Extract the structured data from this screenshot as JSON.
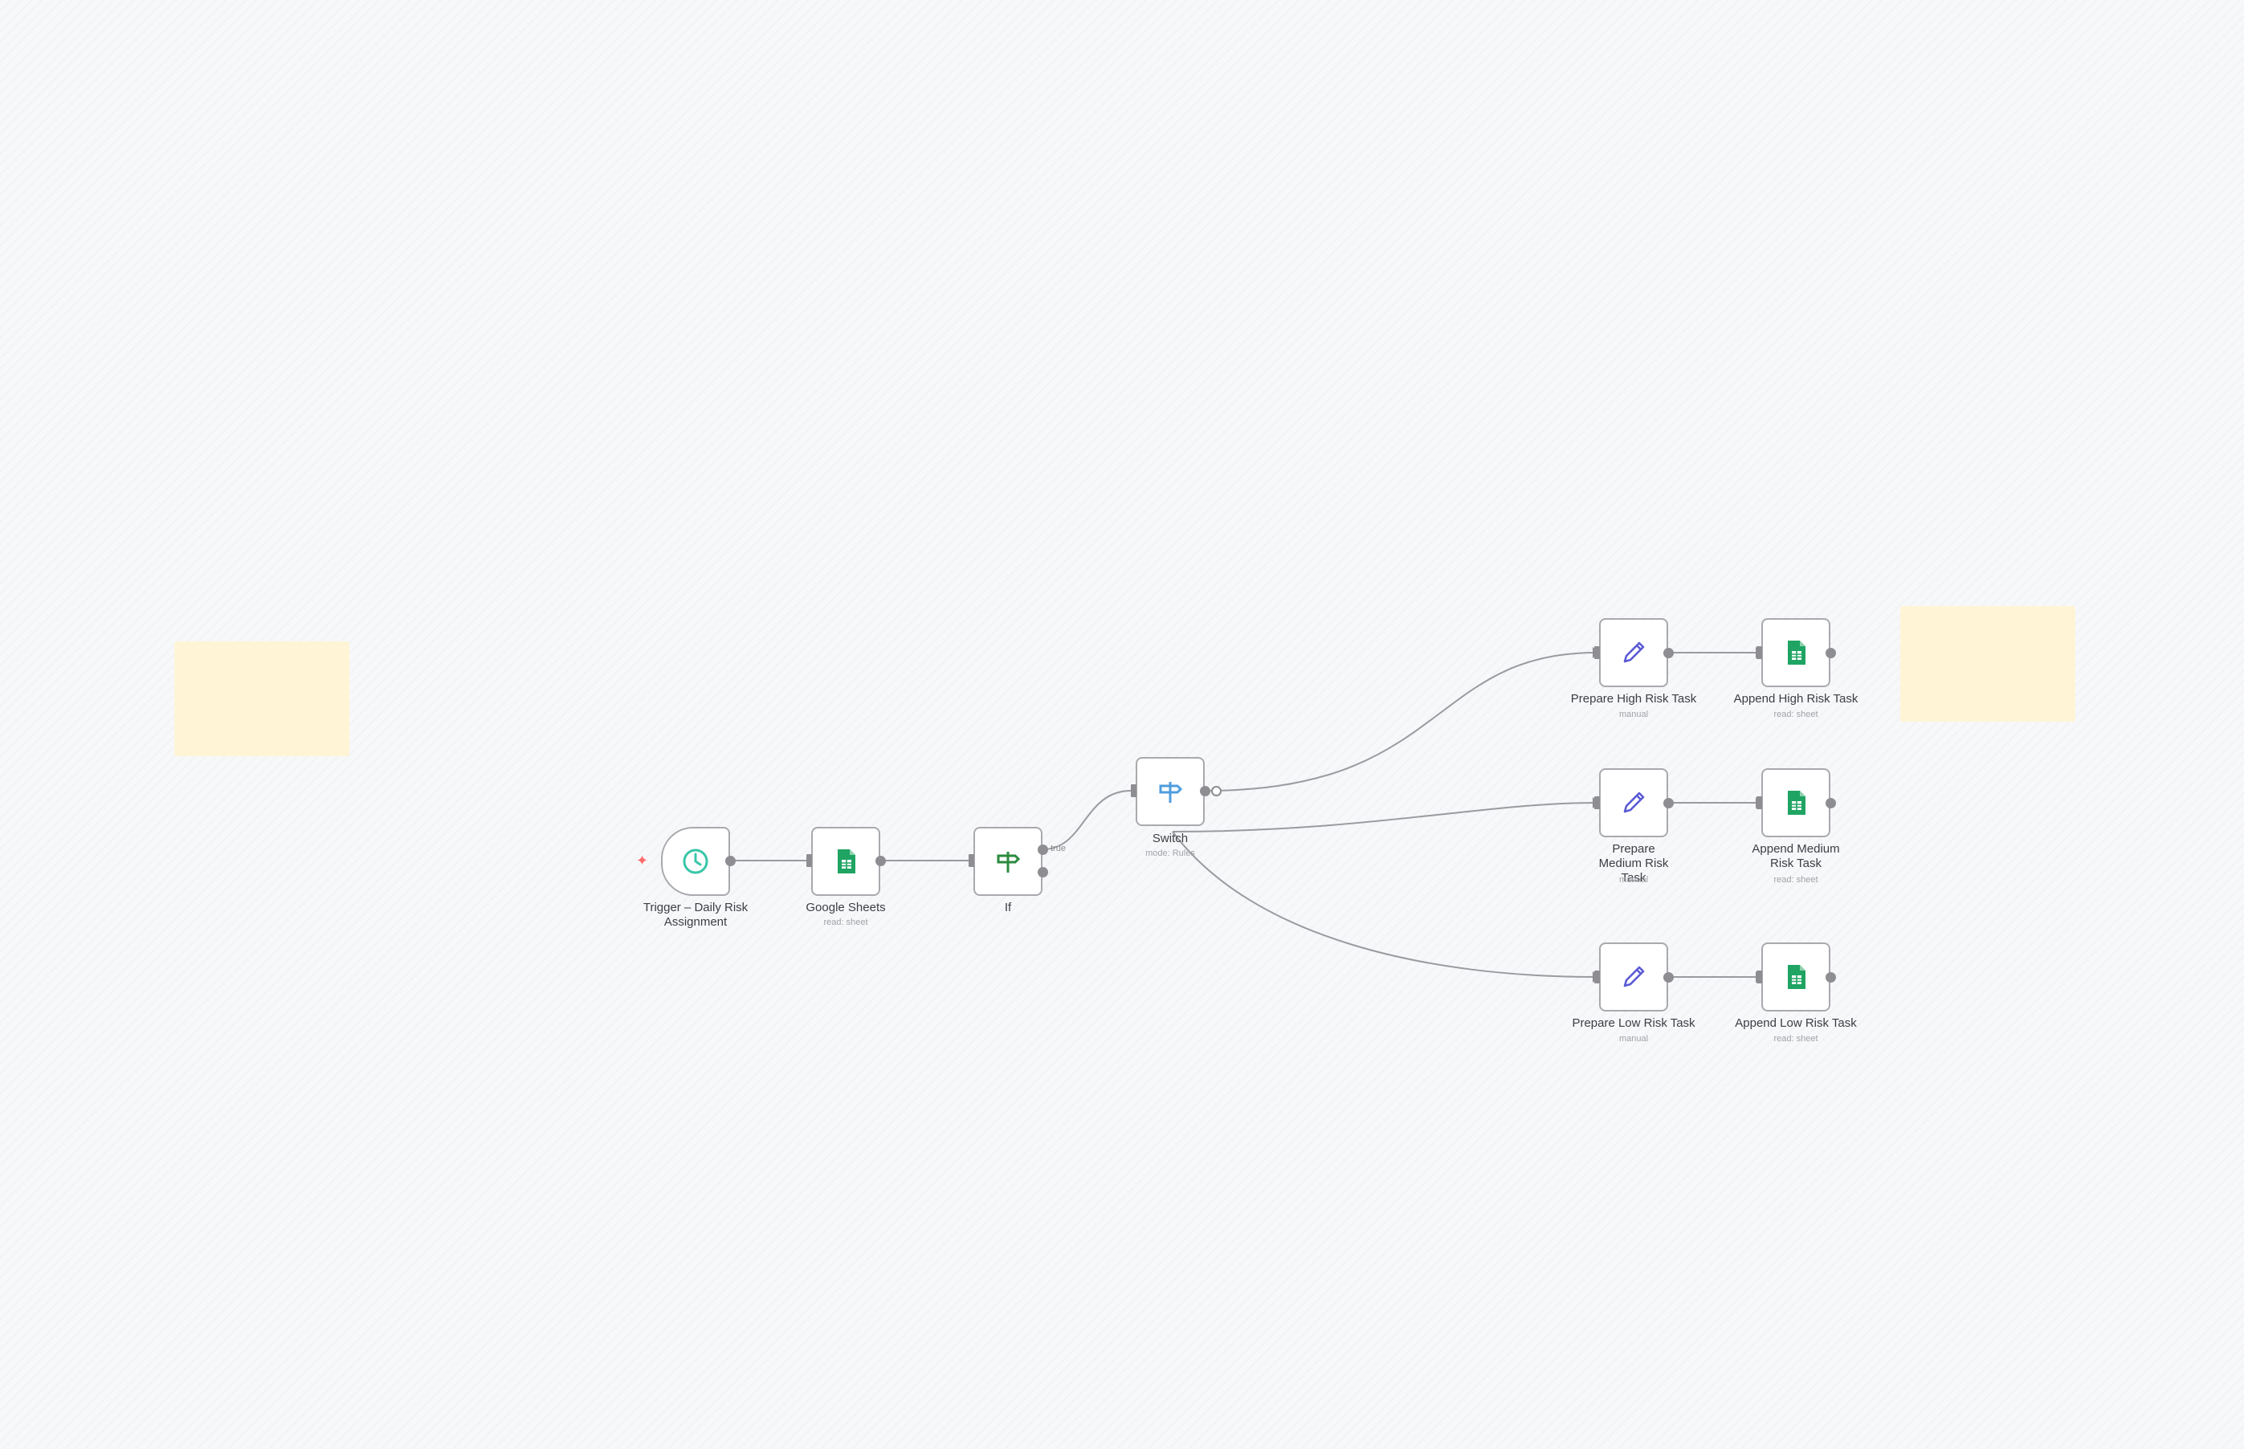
{
  "colors": {
    "wire": "#9a9aa0",
    "sheets_green": "#1fa463",
    "if_green": "#2b8a3e",
    "switch_blue": "#4f9dde",
    "edit_purple": "#5b5bd6",
    "trigger_teal": "#38c6a8",
    "sticky": "#fff5d6"
  },
  "nodes": {
    "trigger": {
      "label": "Trigger – Daily Risk Assignment",
      "icon": "clock-icon"
    },
    "sheets_read": {
      "label": "Google Sheets",
      "sub": "read: sheet",
      "icon": "google-sheets-icon"
    },
    "if": {
      "label": "If",
      "true_label": "true",
      "icon": "signpost-icon"
    },
    "switch": {
      "label": "Switch",
      "sub": "mode: Rules",
      "icon": "signpost-icon"
    },
    "prep_high": {
      "label": "Prepare High Risk Task",
      "sub": "manual",
      "icon": "pencil-icon"
    },
    "append_high": {
      "label": "Append High Risk Task",
      "sub": "read: sheet",
      "icon": "google-sheets-icon"
    },
    "prep_medium": {
      "label": "Prepare Medium Risk Task",
      "sub": "manual",
      "icon": "pencil-icon"
    },
    "append_medium": {
      "label": "Append Medium Risk Task",
      "sub": "read: sheet",
      "icon": "google-sheets-icon"
    },
    "prep_low": {
      "label": "Prepare Low Risk Task",
      "sub": "manual",
      "icon": "pencil-icon"
    },
    "append_low": {
      "label": "Append Low Risk Task",
      "sub": "read: sheet",
      "icon": "google-sheets-icon"
    }
  }
}
